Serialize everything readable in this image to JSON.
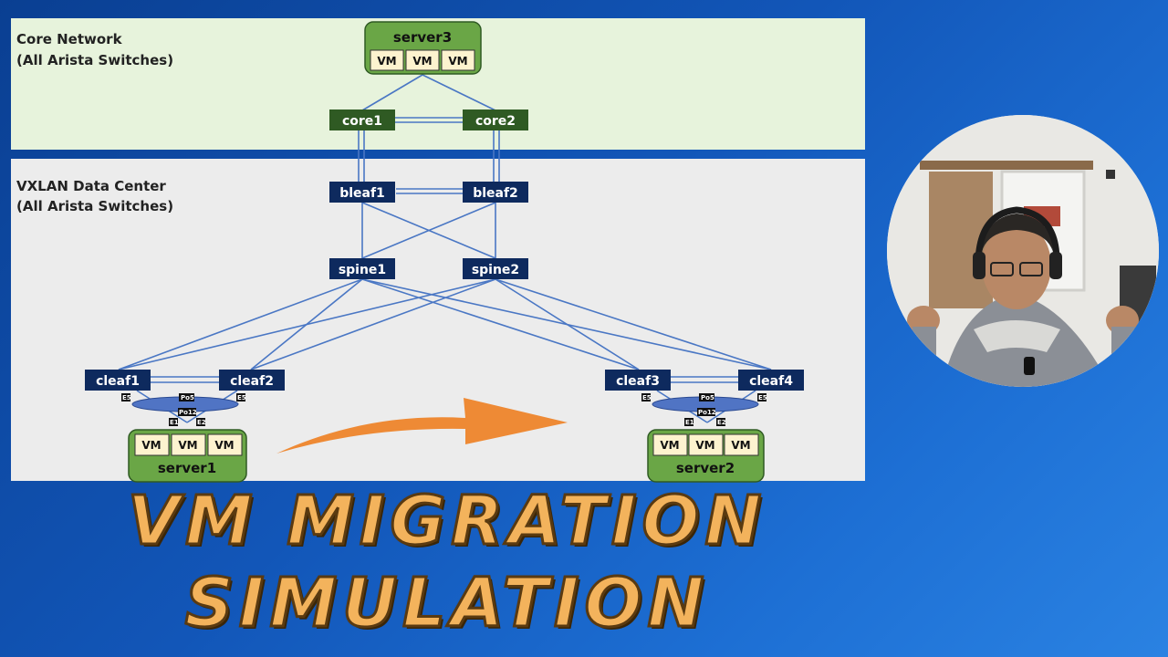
{
  "zones": {
    "core": {
      "line1": "Core Network",
      "line2": "(All Arista Switches)"
    },
    "dc": {
      "line1": "VXLAN Data Center",
      "line2": "(All Arista Switches)"
    }
  },
  "servers": {
    "server1": {
      "name": "server1",
      "vms": [
        "VM",
        "VM",
        "VM"
      ]
    },
    "server2": {
      "name": "server2",
      "vms": [
        "VM",
        "VM",
        "VM"
      ]
    },
    "server3": {
      "name": "server3",
      "vms": [
        "VM",
        "VM",
        "VM"
      ]
    }
  },
  "switches": {
    "core1": "core1",
    "core2": "core2",
    "bleaf1": "bleaf1",
    "bleaf2": "bleaf2",
    "spine1": "spine1",
    "spine2": "spine2",
    "cleaf1": "cleaf1",
    "cleaf2": "cleaf2",
    "cleaf3": "cleaf3",
    "cleaf4": "cleaf4"
  },
  "ports": {
    "left": {
      "e5a": "E5",
      "po5": "Po5",
      "e5b": "E5",
      "po12": "Po12",
      "e1": "E1",
      "e2": "E2"
    },
    "right": {
      "e5a": "E5",
      "po5": "Po5",
      "e5b": "E5",
      "po12": "Po12",
      "e1": "E1",
      "e2": "E2"
    }
  },
  "title": {
    "line1": "VM MIGRATION",
    "line2": "SIMULATION"
  },
  "colors": {
    "core_bg": "#e7f3dc",
    "dc_bg": "#ececec",
    "core_switch": "#2f5a23",
    "dc_switch": "#0e2a5e",
    "server_fill": "#6aa646",
    "vm_fill": "#fdf3cf",
    "link": "#4a77c4",
    "arrow": "#ee8a35",
    "title": "#f3b35c"
  }
}
